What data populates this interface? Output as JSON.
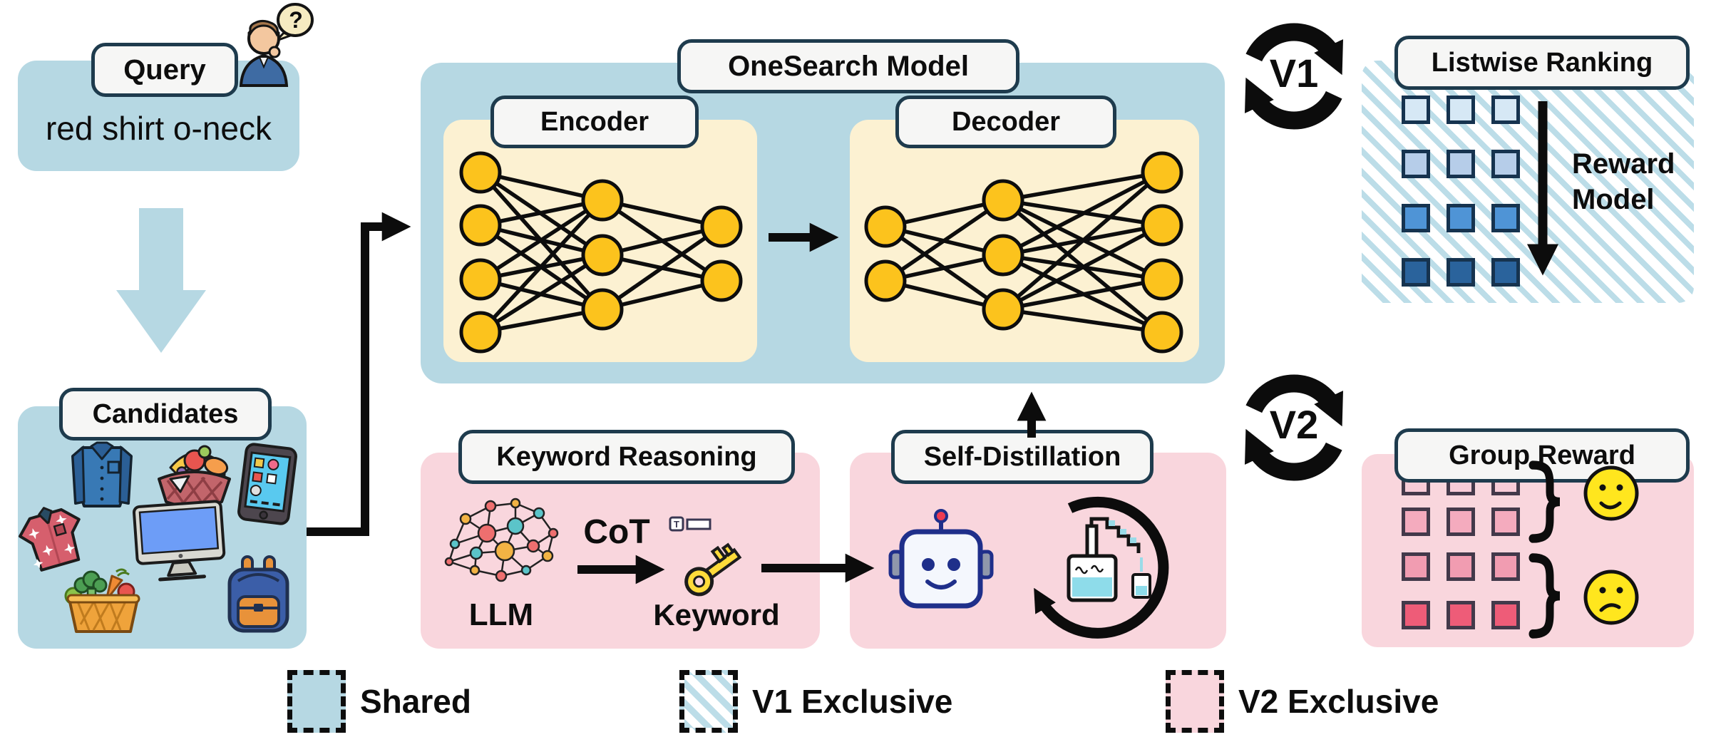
{
  "palette": {
    "shared_blue": "#b6d8e3",
    "stripe_blue": "#bcdde8",
    "exclusive_pink": "#f9d6dd",
    "network_cream": "#fcf1d2",
    "node_yellow": "#fcc31d",
    "label_border": "#1e3b4d",
    "arrow_black": "#0c0c0c",
    "face_yellow": "#ffe61e"
  },
  "query": {
    "label": "Query",
    "text": "red shirt o-neck",
    "bubble_text": "?",
    "icon": "person-question"
  },
  "flow": {
    "query_to_candidates": "down-arrow",
    "candidates_to_model": "elbow-arrow"
  },
  "candidates": {
    "label": "Candidates",
    "items": [
      "dress-shirt",
      "fruit-basket",
      "smartphone",
      "hawaiian-shirt",
      "desktop-monitor",
      "vegetable-basket",
      "backpack"
    ]
  },
  "model": {
    "label": "OneSearch Model",
    "encoder_label": "Encoder",
    "decoder_label": "Decoder",
    "encoder_layers": [
      4,
      3,
      2
    ],
    "decoder_layers": [
      2,
      3,
      4
    ]
  },
  "keyword_reasoning": {
    "label": "Keyword Reasoning",
    "llm_label": "LLM",
    "cot_label": "CoT",
    "keyword_label": "Keyword",
    "icons": [
      "brain-network",
      "text-tag",
      "key"
    ]
  },
  "self_distillation": {
    "label": "Self-Distillation",
    "icons": [
      "robot",
      "distillation-loop"
    ]
  },
  "v1": {
    "badge": "V1",
    "panel_label": "Listwise Ranking",
    "reward_label": "Reward Model",
    "rows": 4,
    "cols": 3,
    "row_colors": [
      "#d6e8f5",
      "#b6cde9",
      "#4f94d6",
      "#2a639c"
    ]
  },
  "v2": {
    "badge": "V2",
    "panel_label": "Group Reward",
    "cols": 3,
    "group1_colors": [
      "#f8ccd8",
      "#f4abbe"
    ],
    "group2_colors": [
      "#f19cb1",
      "#ee5c78"
    ],
    "group_sentiments": [
      "happy",
      "confused"
    ]
  },
  "legend": {
    "items": [
      {
        "label": "Shared",
        "style": "solid-blue"
      },
      {
        "label": "V1 Exclusive",
        "style": "striped-blue"
      },
      {
        "label": "V2 Exclusive",
        "style": "solid-pink"
      }
    ]
  }
}
